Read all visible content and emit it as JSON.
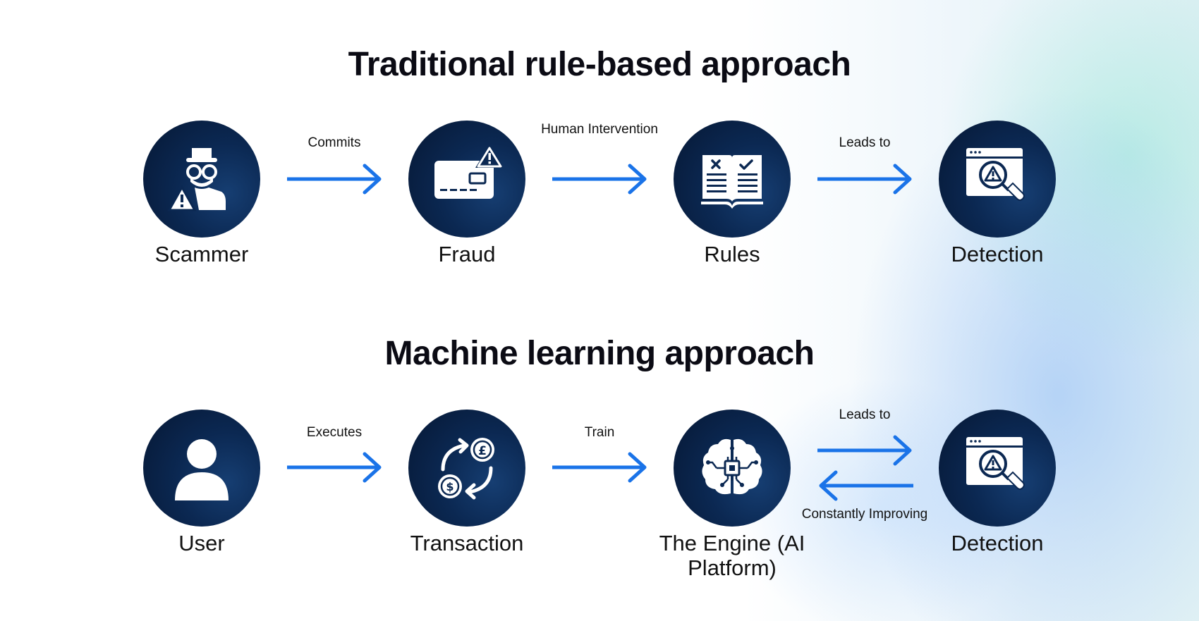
{
  "sections": [
    {
      "title": "Traditional rule-based approach",
      "nodes": [
        {
          "label": "Scammer",
          "icon": "scammer-icon"
        },
        {
          "label": "Fraud",
          "icon": "card-warning-icon"
        },
        {
          "label": "Rules",
          "icon": "rule-book-icon"
        },
        {
          "label": "Detection",
          "icon": "detection-icon"
        }
      ],
      "edges": [
        {
          "label": "Commits"
        },
        {
          "label": "Human Intervention"
        },
        {
          "label": "Leads to"
        }
      ]
    },
    {
      "title": "Machine learning approach",
      "nodes": [
        {
          "label": "User",
          "icon": "user-icon"
        },
        {
          "label": "Transaction",
          "icon": "currency-exchange-icon"
        },
        {
          "label": "The Engine (AI Platform)",
          "icon": "ai-brain-icon"
        },
        {
          "label": "Detection",
          "icon": "detection-icon"
        }
      ],
      "edges": [
        {
          "label": "Executes"
        },
        {
          "label": "Train"
        },
        {
          "label": "Leads to"
        },
        {
          "label": "Constantly Improving"
        }
      ]
    }
  ],
  "colors": {
    "node_fill": "#0b2852",
    "arrow": "#1a73e8",
    "text": "#0b0b14"
  }
}
